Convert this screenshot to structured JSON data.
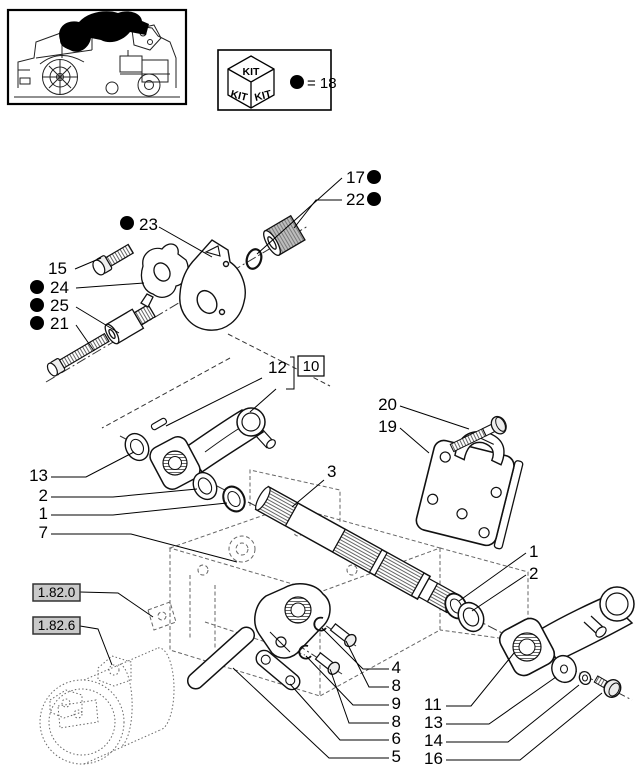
{
  "legend": {
    "kit_face_top": "KIT",
    "kit_face_left": "KIT",
    "kit_face_right": "KIT",
    "bullet_equals": "= 18"
  },
  "ref_boxes": {
    "r1820": "1.82.0",
    "r1826": "1.82.6"
  },
  "labels": {
    "n17": "17",
    "n22": "22",
    "n23": "23",
    "n15": "15",
    "n24": "24",
    "n25": "25",
    "n21": "21",
    "n12": "12",
    "n10": "10",
    "n13a": "13",
    "n2a": "2",
    "n1a": "1",
    "n7": "7",
    "n3": "3",
    "n20": "20",
    "n19": "19",
    "n1b": "1",
    "n2b": "2",
    "n4": "4",
    "n8a": "8",
    "n9": "9",
    "n8b": "8",
    "n6": "6",
    "n5": "5",
    "n11": "11",
    "n13b": "13",
    "n14": "14",
    "n16": "16"
  },
  "colors": {
    "line": "#111111",
    "phantom": "#666666",
    "ref_box_bg": "#c9c9c9",
    "highlight": "#000000"
  }
}
